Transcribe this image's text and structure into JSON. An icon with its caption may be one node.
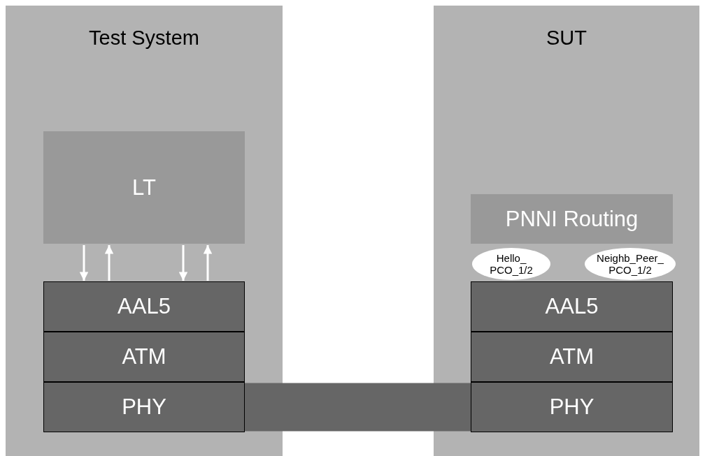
{
  "diagram": {
    "nodes": [
      {
        "text": [
          "Test System"
        ]
      },
      {
        "text": [
          "LT"
        ],
        "in": 0
      },
      {
        "text": [
          "AAL5"
        ],
        "in": 0
      },
      {
        "text": [
          "ATM"
        ],
        "in": 0
      },
      {
        "text": [
          "PHY"
        ],
        "in": 0
      },
      {
        "text": [
          "SUT"
        ]
      },
      {
        "text": [
          "PNNI Routing"
        ],
        "in": 5
      },
      {
        "text": [
          "Hello_ PCO_1/2"
        ],
        "in": 5
      },
      {
        "text": [
          "Neighb_Peer_ PCO_1/2"
        ],
        "in": 5
      },
      {
        "text": [
          "AAL5"
        ],
        "in": 5
      },
      {
        "text": [
          "ATM"
        ],
        "in": 5
      },
      {
        "text": [
          "PHY"
        ],
        "in": 5
      }
    ],
    "edges": [
      {
        "from": 1,
        "to": 2,
        "arrow": "to"
      },
      {
        "from": 2,
        "to": 1,
        "arrow": "to"
      },
      {
        "from": 1,
        "to": 2,
        "arrow": "to"
      },
      {
        "from": 2,
        "to": 1,
        "arrow": "to"
      },
      {
        "from": 4,
        "to": 11,
        "arrow": "none",
        "style": "thick",
        "color": "#666666"
      }
    ]
  }
}
